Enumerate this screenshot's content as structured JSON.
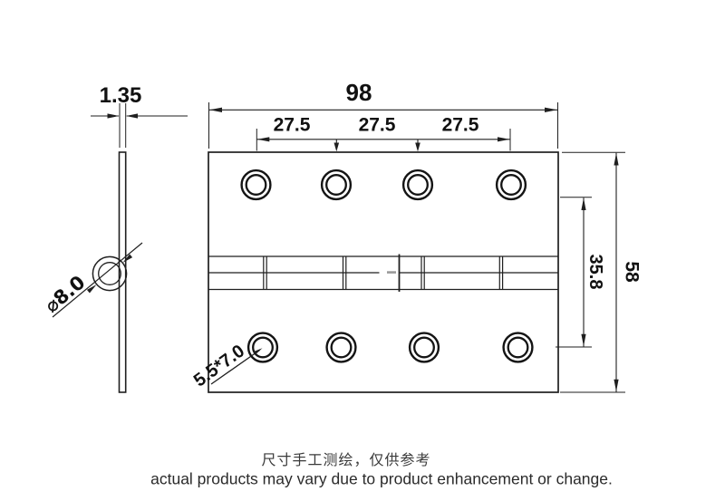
{
  "page": {
    "background": "#ffffff"
  },
  "drawing": {
    "line_color": "#1f1f1f",
    "dimensions": {
      "thickness": "1.35",
      "width": "98",
      "hole_spacing": [
        "27.5",
        "27.5",
        "27.5"
      ],
      "height": "58",
      "hole_rows_span": "35.8",
      "knuckle_diameter": "⌀8.0",
      "hole_size": "5.5*7.0"
    },
    "caption": {
      "zh": "尺寸手工测绘，仅供参考",
      "en": "actual products may vary due to product enhancement or change."
    }
  }
}
